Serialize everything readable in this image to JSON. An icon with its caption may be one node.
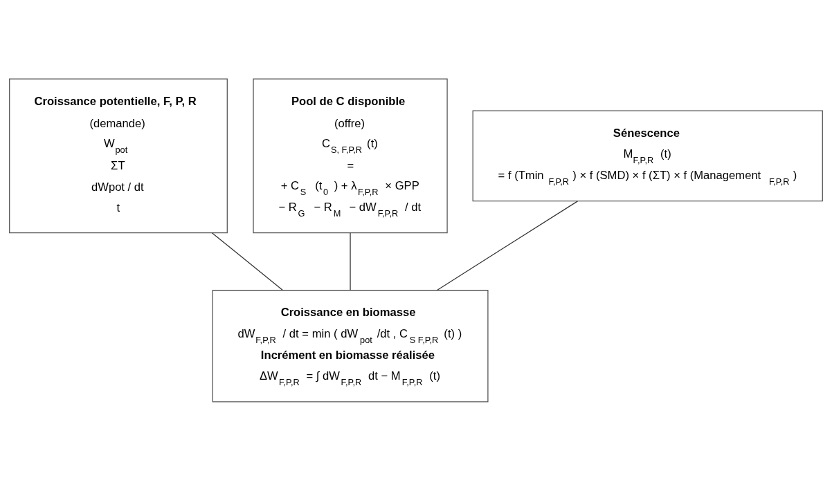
{
  "diagram": {
    "nodes": [
      {
        "text": [
          "Croissance potentielle, F, P, R",
          "(demande)",
          "W$_{pot}$",
          "ΣT",
          "dWpot / dt",
          "t"
        ]
      },
      {
        "text": [
          "Pool de C disponible",
          "(offre)",
          "C$_{S, F,P,R}$ (t)",
          "=",
          "+ C$_{S}$ (t$_{0}$) + λ$_{F,P,R}$ × GPP",
          "− R$_{G}$ − R$_{M}$ − dW$_{F,P,R}$ / dt"
        ]
      },
      {
        "text": [
          "Sénescence",
          "M$_{F,P,R}$ (t)",
          "= f (Tmin $_{F,P,R}$) × f (SMD) × f (ΣT) × f (Management $_{F,P,R}$)"
        ]
      },
      {
        "text": [
          "Croissance en biomasse",
          "dW$_{F,P,R}$ / dt = min ( dW$_{pot}$/dt , C$_{S F,P,R}$ (t) )",
          "Incrément en biomasse réalisée",
          "ΔW$_{F,P,R}$ = ∫ dW$_{F,P,R}$ dt − M$_{F,P,R}$ (t)"
        ]
      }
    ],
    "edges": [
      {
        "from": 0,
        "to": 3,
        "arrow": "none"
      },
      {
        "from": 1,
        "to": 3,
        "arrow": "none"
      },
      {
        "from": 2,
        "to": 3,
        "arrow": "none"
      }
    ]
  }
}
